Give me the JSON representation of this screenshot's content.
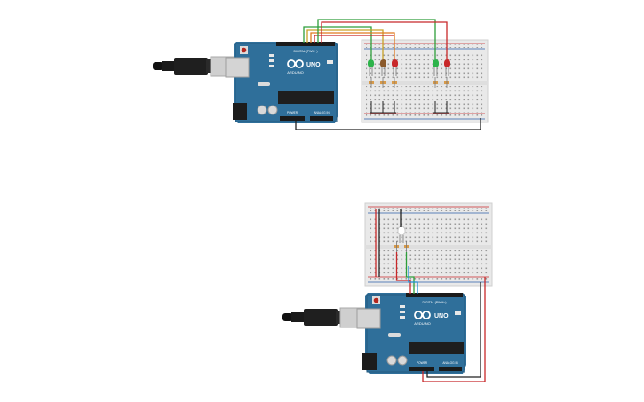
{
  "circuits": [
    {
      "id": "circuit-1",
      "board": {
        "brand": "ARDUINO",
        "model": "UNO",
        "header_digital": "DIGITAL (PWM~)",
        "header_power": "POWER",
        "header_analog": "ANALOG IN"
      },
      "leds": [
        "#2db34a",
        "#8b5a2b",
        "#c8282a",
        "#2db34a",
        "#c8282a"
      ],
      "wire_colors": [
        "#2e9e3a",
        "#c9a227",
        "#e07b1f",
        "#c8282a",
        "#2e9e3a",
        "#c8282a",
        "#222222"
      ]
    },
    {
      "id": "circuit-2",
      "board": {
        "brand": "ARDUINO",
        "model": "UNO",
        "header_digital": "DIGITAL (PWM~)",
        "header_power": "POWER",
        "header_analog": "ANALOG IN"
      },
      "leds": [
        "#ffffff"
      ],
      "wire_colors": [
        "#c8282a",
        "#2e9e3a",
        "#1f8fd6",
        "#c8282a",
        "#222222"
      ]
    }
  ],
  "colors": {
    "board": "#2f6f9a",
    "board_dark": "#245b80",
    "breadboard": "#e9e9e9",
    "usb_cable": "#1a1a1a",
    "usb_plug": "#c9c9c9"
  }
}
